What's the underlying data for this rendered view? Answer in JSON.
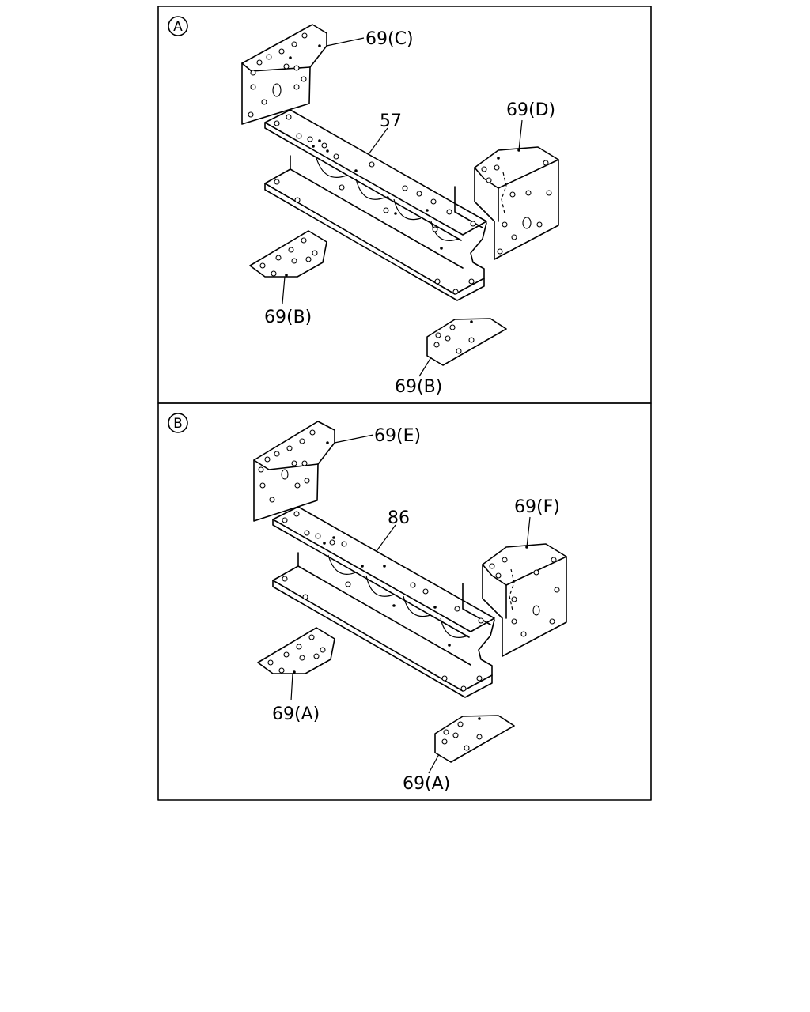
{
  "panels": [
    {
      "badge": "A",
      "labels": {
        "top_bracket": "69(C)",
        "beam": "57",
        "end_block": "69(D)",
        "plate_left": "69(B)",
        "plate_right": "69(B)"
      }
    },
    {
      "badge": "B",
      "labels": {
        "top_bracket": "69(E)",
        "beam": "86",
        "end_block": "69(F)",
        "plate_left": "69(A)",
        "plate_right": "69(A)"
      }
    }
  ]
}
